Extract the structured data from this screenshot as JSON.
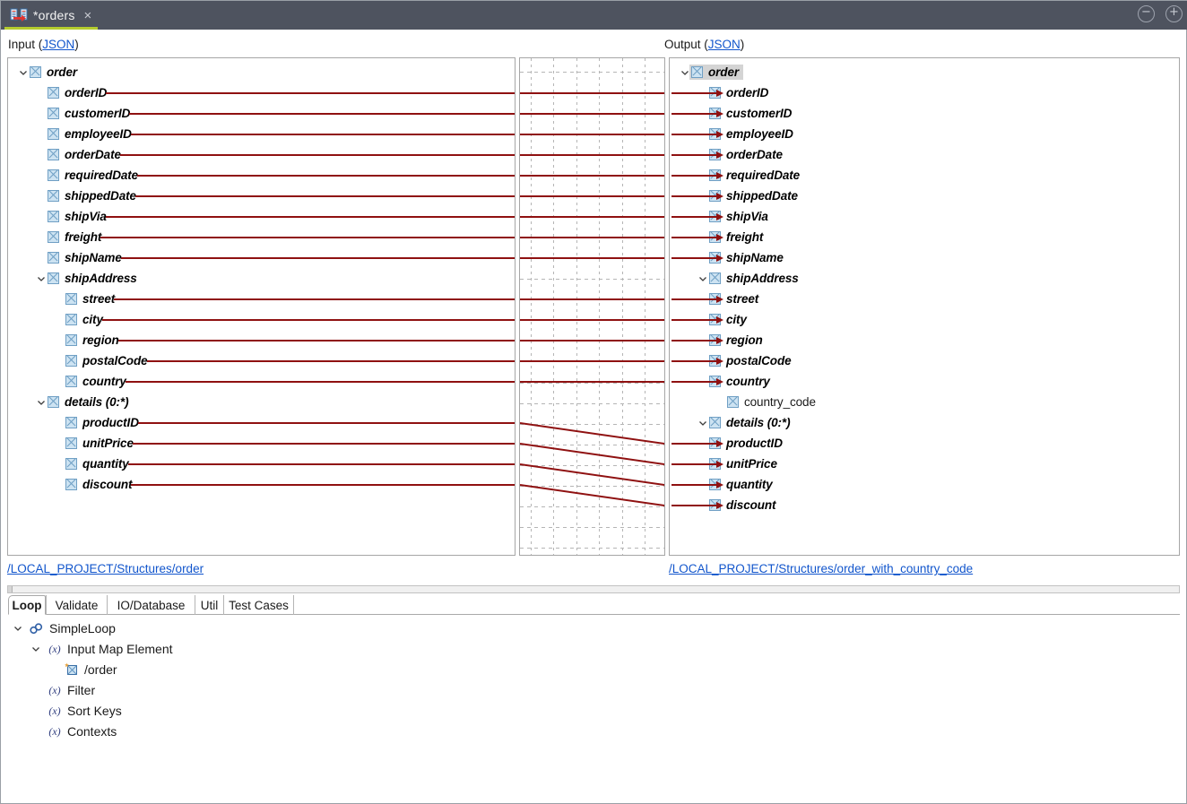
{
  "window": {
    "tab_title": "*orders",
    "tab_icon": "mapping-icon",
    "close_label": "×",
    "minimize_label": "−",
    "maximize_label": "+",
    "accent_color": "#b5cc2e",
    "titlebar_color": "#4e535f",
    "mapping_line_color": "#8f1111"
  },
  "input_panel": {
    "label_prefix": "Input (",
    "label_link": "JSON",
    "label_suffix": ")",
    "path": "/LOCAL_PROJECT/Structures/order",
    "nodes": [
      {
        "label": "order",
        "depth": 0,
        "twisty": "expanded",
        "checkbox": true,
        "mapped": false,
        "style": "bold-italic"
      },
      {
        "label": "orderID",
        "depth": 1,
        "twisty": "none",
        "checkbox": true,
        "mapped": true,
        "style": "bold-italic"
      },
      {
        "label": "customerID",
        "depth": 1,
        "twisty": "none",
        "checkbox": true,
        "mapped": true,
        "style": "bold-italic"
      },
      {
        "label": "employeeID",
        "depth": 1,
        "twisty": "none",
        "checkbox": true,
        "mapped": true,
        "style": "bold-italic"
      },
      {
        "label": "orderDate",
        "depth": 1,
        "twisty": "none",
        "checkbox": true,
        "mapped": true,
        "style": "bold-italic"
      },
      {
        "label": "requiredDate",
        "depth": 1,
        "twisty": "none",
        "checkbox": true,
        "mapped": true,
        "style": "bold-italic"
      },
      {
        "label": "shippedDate",
        "depth": 1,
        "twisty": "none",
        "checkbox": true,
        "mapped": true,
        "style": "bold-italic"
      },
      {
        "label": "shipVia",
        "depth": 1,
        "twisty": "none",
        "checkbox": true,
        "mapped": true,
        "style": "bold-italic"
      },
      {
        "label": "freight",
        "depth": 1,
        "twisty": "none",
        "checkbox": true,
        "mapped": true,
        "style": "bold-italic"
      },
      {
        "label": "shipName",
        "depth": 1,
        "twisty": "none",
        "checkbox": true,
        "mapped": true,
        "style": "bold-italic"
      },
      {
        "label": "shipAddress",
        "depth": 1,
        "twisty": "expanded",
        "checkbox": true,
        "mapped": false,
        "style": "bold-italic"
      },
      {
        "label": "street",
        "depth": 2,
        "twisty": "none",
        "checkbox": true,
        "mapped": true,
        "style": "bold-italic"
      },
      {
        "label": "city",
        "depth": 2,
        "twisty": "none",
        "checkbox": true,
        "mapped": true,
        "style": "bold-italic"
      },
      {
        "label": "region",
        "depth": 2,
        "twisty": "none",
        "checkbox": true,
        "mapped": true,
        "style": "bold-italic"
      },
      {
        "label": "postalCode",
        "depth": 2,
        "twisty": "none",
        "checkbox": true,
        "mapped": true,
        "style": "bold-italic"
      },
      {
        "label": "country",
        "depth": 2,
        "twisty": "none",
        "checkbox": true,
        "mapped": true,
        "style": "bold-italic"
      },
      {
        "label": "details (0:*)",
        "depth": 1,
        "twisty": "expanded",
        "checkbox": true,
        "mapped": false,
        "style": "bold-italic"
      },
      {
        "label": "productID",
        "depth": 2,
        "twisty": "none",
        "checkbox": true,
        "mapped": true,
        "style": "bold-italic"
      },
      {
        "label": "unitPrice",
        "depth": 2,
        "twisty": "none",
        "checkbox": true,
        "mapped": true,
        "style": "bold-italic"
      },
      {
        "label": "quantity",
        "depth": 2,
        "twisty": "none",
        "checkbox": true,
        "mapped": true,
        "style": "bold-italic"
      },
      {
        "label": "discount",
        "depth": 2,
        "twisty": "none",
        "checkbox": true,
        "mapped": true,
        "style": "bold-italic"
      }
    ]
  },
  "output_panel": {
    "label_prefix": "Output (",
    "label_link": "JSON",
    "label_suffix": ")",
    "path": "/LOCAL_PROJECT/Structures/order_with_country_code",
    "nodes": [
      {
        "label": "order",
        "depth": 0,
        "twisty": "expanded",
        "checkbox": true,
        "mapped": false,
        "selected": true,
        "style": "bold-italic"
      },
      {
        "label": "orderID",
        "depth": 1,
        "twisty": "none",
        "checkbox": true,
        "mapped": true,
        "selected": false,
        "style": "bold-italic"
      },
      {
        "label": "customerID",
        "depth": 1,
        "twisty": "none",
        "checkbox": true,
        "mapped": true,
        "selected": false,
        "style": "bold-italic"
      },
      {
        "label": "employeeID",
        "depth": 1,
        "twisty": "none",
        "checkbox": true,
        "mapped": true,
        "selected": false,
        "style": "bold-italic"
      },
      {
        "label": "orderDate",
        "depth": 1,
        "twisty": "none",
        "checkbox": true,
        "mapped": true,
        "selected": false,
        "style": "bold-italic"
      },
      {
        "label": "requiredDate",
        "depth": 1,
        "twisty": "none",
        "checkbox": true,
        "mapped": true,
        "selected": false,
        "style": "bold-italic"
      },
      {
        "label": "shippedDate",
        "depth": 1,
        "twisty": "none",
        "checkbox": true,
        "mapped": true,
        "selected": false,
        "style": "bold-italic"
      },
      {
        "label": "shipVia",
        "depth": 1,
        "twisty": "none",
        "checkbox": true,
        "mapped": true,
        "selected": false,
        "style": "bold-italic"
      },
      {
        "label": "freight",
        "depth": 1,
        "twisty": "none",
        "checkbox": true,
        "mapped": true,
        "selected": false,
        "style": "bold-italic"
      },
      {
        "label": "shipName",
        "depth": 1,
        "twisty": "none",
        "checkbox": true,
        "mapped": true,
        "selected": false,
        "style": "bold-italic"
      },
      {
        "label": "shipAddress",
        "depth": 1,
        "twisty": "expanded",
        "checkbox": true,
        "mapped": false,
        "selected": false,
        "style": "bold-italic"
      },
      {
        "label": "street",
        "depth": 2,
        "twisty": "none",
        "checkbox": true,
        "mapped": true,
        "selected": false,
        "style": "bold-italic"
      },
      {
        "label": "city",
        "depth": 2,
        "twisty": "none",
        "checkbox": true,
        "mapped": true,
        "selected": false,
        "style": "bold-italic"
      },
      {
        "label": "region",
        "depth": 2,
        "twisty": "none",
        "checkbox": true,
        "mapped": true,
        "selected": false,
        "style": "bold-italic"
      },
      {
        "label": "postalCode",
        "depth": 2,
        "twisty": "none",
        "checkbox": true,
        "mapped": true,
        "selected": false,
        "style": "bold-italic"
      },
      {
        "label": "country",
        "depth": 2,
        "twisty": "none",
        "checkbox": true,
        "mapped": true,
        "selected": false,
        "style": "bold-italic"
      },
      {
        "label": "country_code",
        "depth": 2,
        "twisty": "none",
        "checkbox": true,
        "mapped": false,
        "selected": false,
        "style": "plain"
      },
      {
        "label": "details (0:*)",
        "depth": 1,
        "twisty": "expanded",
        "checkbox": true,
        "mapped": false,
        "selected": false,
        "style": "bold-italic"
      },
      {
        "label": "productID",
        "depth": 2,
        "twisty": "none",
        "checkbox": true,
        "mapped": true,
        "selected": false,
        "style": "bold-italic"
      },
      {
        "label": "unitPrice",
        "depth": 2,
        "twisty": "none",
        "checkbox": true,
        "mapped": true,
        "selected": false,
        "style": "bold-italic"
      },
      {
        "label": "quantity",
        "depth": 2,
        "twisty": "none",
        "checkbox": true,
        "mapped": true,
        "selected": false,
        "style": "bold-italic"
      },
      {
        "label": "discount",
        "depth": 2,
        "twisty": "none",
        "checkbox": true,
        "mapped": true,
        "selected": false,
        "style": "bold-italic"
      }
    ]
  },
  "mappings": [
    {
      "from": "orderID",
      "to": "orderID",
      "in_row": 1,
      "out_row": 1
    },
    {
      "from": "customerID",
      "to": "customerID",
      "in_row": 2,
      "out_row": 2
    },
    {
      "from": "employeeID",
      "to": "employeeID",
      "in_row": 3,
      "out_row": 3
    },
    {
      "from": "orderDate",
      "to": "orderDate",
      "in_row": 4,
      "out_row": 4
    },
    {
      "from": "requiredDate",
      "to": "requiredDate",
      "in_row": 5,
      "out_row": 5
    },
    {
      "from": "shippedDate",
      "to": "shippedDate",
      "in_row": 6,
      "out_row": 6
    },
    {
      "from": "shipVia",
      "to": "shipVia",
      "in_row": 7,
      "out_row": 7
    },
    {
      "from": "freight",
      "to": "freight",
      "in_row": 8,
      "out_row": 8
    },
    {
      "from": "shipName",
      "to": "shipName",
      "in_row": 9,
      "out_row": 9
    },
    {
      "from": "street",
      "to": "street",
      "in_row": 11,
      "out_row": 11
    },
    {
      "from": "city",
      "to": "city",
      "in_row": 12,
      "out_row": 12
    },
    {
      "from": "region",
      "to": "region",
      "in_row": 13,
      "out_row": 13
    },
    {
      "from": "postalCode",
      "to": "postalCode",
      "in_row": 14,
      "out_row": 14
    },
    {
      "from": "country",
      "to": "country",
      "in_row": 15,
      "out_row": 15
    },
    {
      "from": "productID",
      "to": "productID",
      "in_row": 17,
      "out_row": 18
    },
    {
      "from": "unitPrice",
      "to": "unitPrice",
      "in_row": 18,
      "out_row": 19
    },
    {
      "from": "quantity",
      "to": "quantity",
      "in_row": 19,
      "out_row": 20
    },
    {
      "from": "discount",
      "to": "discount",
      "in_row": 20,
      "out_row": 21
    }
  ],
  "bottom": {
    "tabs": [
      {
        "label": "Loop",
        "active": true
      },
      {
        "label": "Validate",
        "active": false
      },
      {
        "label": "IO/Database",
        "active": false
      },
      {
        "label": "Util",
        "active": false
      },
      {
        "label": "Test Cases",
        "active": false
      }
    ],
    "tree": [
      {
        "label": "SimpleLoop",
        "depth": 0,
        "twisty": "expanded",
        "icon": "loop-icon"
      },
      {
        "label": "Input Map Element",
        "depth": 1,
        "twisty": "expanded",
        "icon": "expression-icon"
      },
      {
        "label": "/order",
        "depth": 2,
        "twisty": "none",
        "icon": "map-element-icon"
      },
      {
        "label": "Filter",
        "depth": 1,
        "twisty": "none",
        "icon": "expression-icon"
      },
      {
        "label": "Sort Keys",
        "depth": 1,
        "twisty": "none",
        "icon": "expression-icon"
      },
      {
        "label": "Contexts",
        "depth": 1,
        "twisty": "none",
        "icon": "expression-icon"
      }
    ]
  }
}
